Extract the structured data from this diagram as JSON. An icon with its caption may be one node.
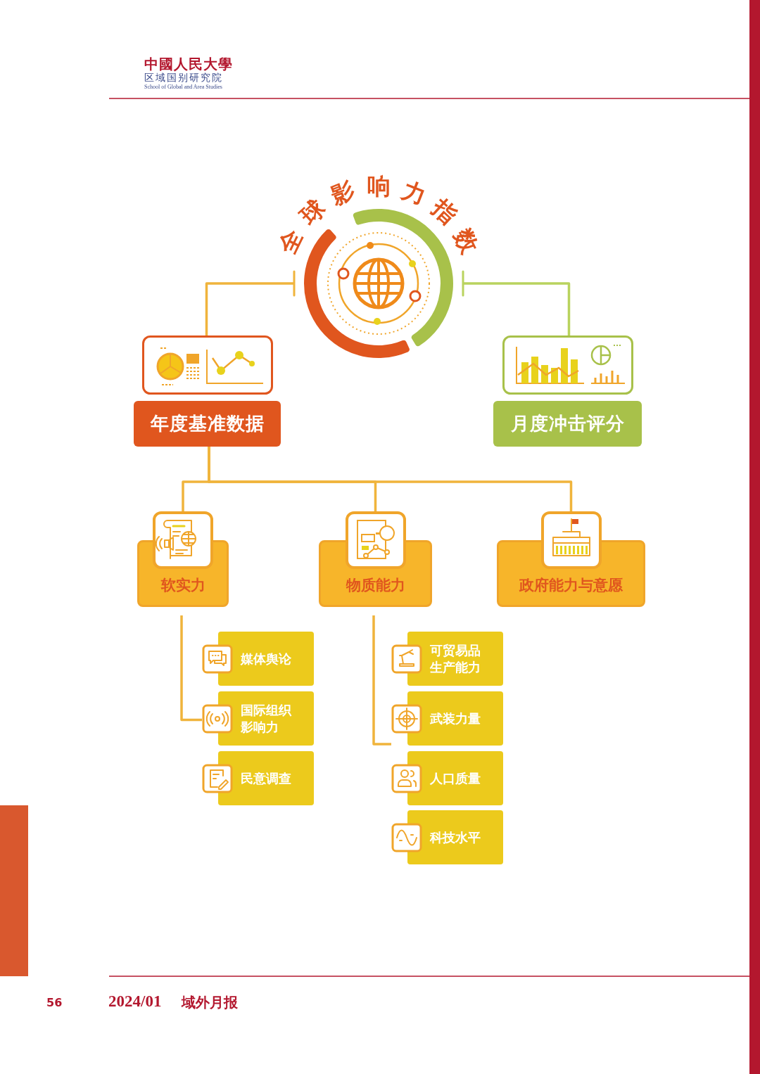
{
  "diagram": {
    "title": "全球影响力指数",
    "nodes": [
      {
        "text": [],
        "shape": "circle"
      },
      {
        "text": [
          "年度基准数据"
        ]
      },
      {
        "text": [
          "月度冲击评分"
        ]
      },
      {
        "text": [
          "软实力"
        ]
      },
      {
        "text": [
          "物质能力"
        ]
      },
      {
        "text": [
          "政府能力与意愿"
        ]
      },
      {
        "text": [
          "媒体舆论"
        ]
      },
      {
        "text": [
          "国际组织影响力"
        ]
      },
      {
        "text": [
          "民意调查"
        ]
      },
      {
        "text": [
          "可贸易品生产能力"
        ]
      },
      {
        "text": [
          "武装力量"
        ]
      },
      {
        "text": [
          "人口质量"
        ]
      },
      {
        "text": [
          "科技水平"
        ]
      },
      {
        "text": [],
        "shape": "bar"
      },
      {
        "text": [],
        "shape": "bar"
      }
    ],
    "edges": [
      {
        "from": 0,
        "to": 1,
        "arrow": "other"
      },
      {
        "from": 0,
        "to": 2,
        "arrow": "other",
        "color": "#b9d35e"
      },
      {
        "from": 1,
        "to": 3,
        "arrow": "none"
      },
      {
        "from": 1,
        "to": 4,
        "arrow": "none"
      },
      {
        "from": 1,
        "to": 5,
        "arrow": "none"
      },
      {
        "from": 3,
        "to": 7,
        "arrow": "none"
      },
      {
        "from": 4,
        "to": 10,
        "arrow": "none"
      }
    ],
    "labels": [
      "中國人民大學",
      "区域国别研究院",
      "School of Global and Area Studies",
      "56",
      "2024/01",
      "域外月报"
    ]
  }
}
